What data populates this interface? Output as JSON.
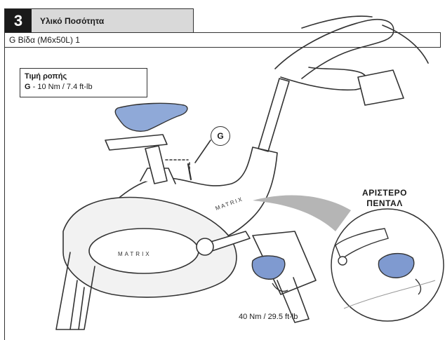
{
  "step": {
    "number": "3",
    "title": "Υλικό Ποσότητα"
  },
  "parts": {
    "line": "G Βίδα (M6x50L) 1"
  },
  "torque": {
    "title": "Τιμή ροπής",
    "letter": "G",
    "value": " - 10 Nm / 7.4 ft-lb"
  },
  "callout": {
    "g_label": "G"
  },
  "left_pedal": {
    "line1": "ΑΡΙΣΤΕΡΟ",
    "line2": "ΠΕΝΤΑΛ"
  },
  "pedal_torque": "40 Nm / 29.5 ft-lb",
  "bike": {
    "brand_frame": "MATRIX",
    "brand_flywheel": "MATRIX"
  },
  "colors": {
    "seat_blue": "#8fa9d8",
    "pedal_blue": "#7f9ad0",
    "header_gray": "#d9d9d9",
    "detail_shadow": "#b5b5b5"
  }
}
